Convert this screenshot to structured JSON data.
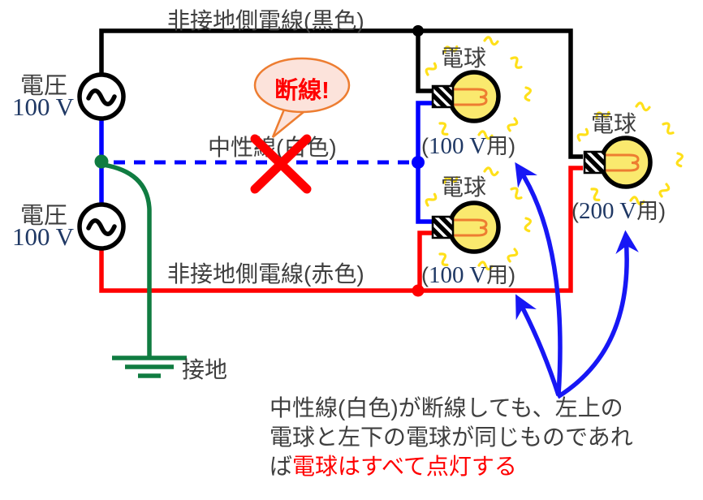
{
  "diagram": {
    "top_wire_label": "非接地側電線(黒色)",
    "neutral_wire_label": "中性線(白色)",
    "bottom_wire_label": "非接地側電線(赤色)",
    "break_callout": "断線!",
    "ground_label": "接地",
    "sources": [
      {
        "name": "電圧",
        "value": "100 V"
      },
      {
        "name": "電圧",
        "value": "100 V"
      }
    ],
    "bulbs": [
      {
        "name": "電球",
        "rating_open": "(",
        "rating_value": "100 V",
        "rating_close": "用)"
      },
      {
        "name": "電球",
        "rating_open": "(",
        "rating_value": "100 V",
        "rating_close": "用)"
      },
      {
        "name": "電球",
        "rating_open": "(",
        "rating_value": "200 V",
        "rating_close": "用)"
      }
    ],
    "note": {
      "line1": "中性線(白色)が断線しても、左上の",
      "line2": "電球と左下の電球が同じものであれ",
      "line3_prefix": "ば",
      "line3_red": "電球はすべて点灯する"
    },
    "colors": {
      "black_wire": "#000000",
      "red_wire": "#FF0000",
      "blue_wire": "#0000FF",
      "arrow_blue": "#1717F5",
      "ground_green": "#107C41",
      "accent_orange": "#ED7D31",
      "bubble_fill": "#FCE3DB",
      "bulb_yellow": "#FAE96E",
      "ray_yellow": "#FFE01A",
      "text_gray": "#3F3F3F",
      "value_navy": "#1F3864"
    }
  }
}
